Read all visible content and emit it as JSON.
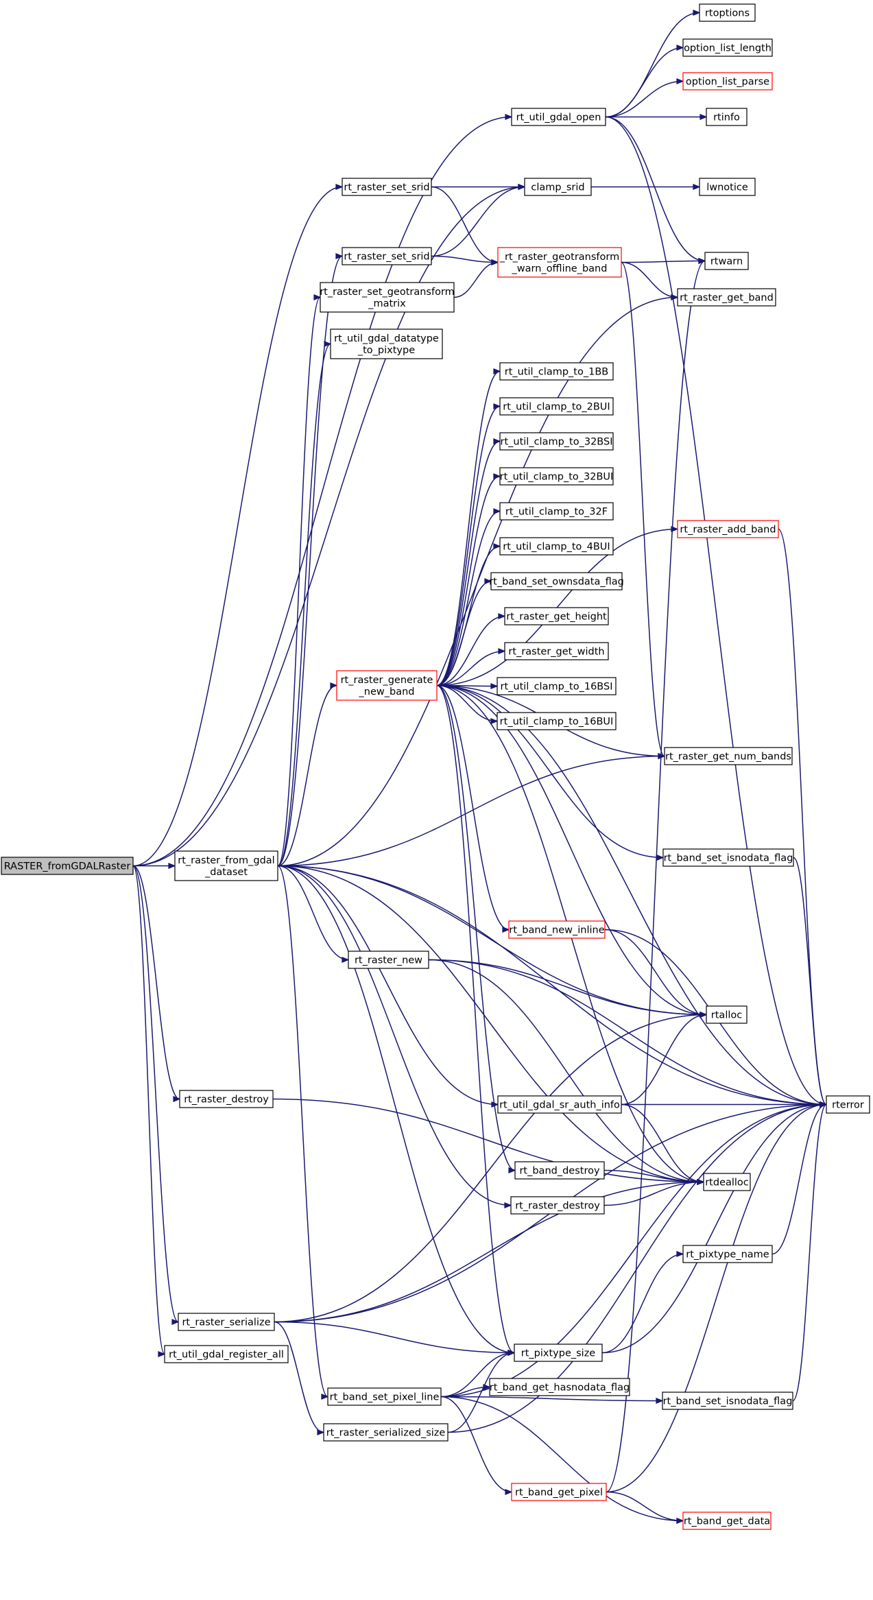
{
  "colors": {
    "edge": "#191970",
    "node_border": "#000000",
    "node_border_incomplete": "#ff0000",
    "node_fill": "#ffffff",
    "root_fill": "#bfbfbf"
  },
  "nodes": [
    {
      "id": "root",
      "label": [
        "RASTER_fromGDALRaster"
      ],
      "style": "root"
    },
    {
      "id": "from_gdal",
      "label": [
        "rt_raster_from_gdal",
        "_dataset"
      ],
      "style": "normal"
    },
    {
      "id": "gdal_open",
      "label": [
        "rt_util_gdal_open"
      ],
      "style": "normal"
    },
    {
      "id": "rtoptions",
      "label": [
        "rtoptions"
      ],
      "style": "normal"
    },
    {
      "id": "opt_len",
      "label": [
        "option_list_length"
      ],
      "style": "normal"
    },
    {
      "id": "opt_parse",
      "label": [
        "option_list_parse"
      ],
      "style": "incomplete"
    },
    {
      "id": "rtinfo",
      "label": [
        "rtinfo"
      ],
      "style": "normal"
    },
    {
      "id": "clamp_srid",
      "label": [
        "clamp_srid"
      ],
      "style": "normal"
    },
    {
      "id": "lwnotice",
      "label": [
        "lwnotice"
      ],
      "style": "normal"
    },
    {
      "id": "set_srid1",
      "label": [
        "rt_raster_set_srid"
      ],
      "style": "normal"
    },
    {
      "id": "set_srid2",
      "label": [
        "rt_raster_set_srid"
      ],
      "style": "normal"
    },
    {
      "id": "geo_warn",
      "label": [
        "_rt_raster_geotransform",
        "_warn_offline_band"
      ],
      "style": "incomplete"
    },
    {
      "id": "rtwarn",
      "label": [
        "rtwarn"
      ],
      "style": "normal"
    },
    {
      "id": "get_band",
      "label": [
        "rt_raster_get_band"
      ],
      "style": "normal"
    },
    {
      "id": "set_geomat",
      "label": [
        "rt_raster_set_geotransform",
        "_matrix"
      ],
      "style": "normal"
    },
    {
      "id": "dt_pix",
      "label": [
        "rt_util_gdal_datatype",
        "_to_pixtype"
      ],
      "style": "normal"
    },
    {
      "id": "c1bb",
      "label": [
        "rt_util_clamp_to_1BB"
      ],
      "style": "normal"
    },
    {
      "id": "c2bui",
      "label": [
        "rt_util_clamp_to_2BUI"
      ],
      "style": "normal"
    },
    {
      "id": "c32bsi",
      "label": [
        "rt_util_clamp_to_32BSI"
      ],
      "style": "normal"
    },
    {
      "id": "c32bui",
      "label": [
        "rt_util_clamp_to_32BUI"
      ],
      "style": "normal"
    },
    {
      "id": "c32f",
      "label": [
        "rt_util_clamp_to_32F"
      ],
      "style": "normal"
    },
    {
      "id": "c4bui",
      "label": [
        "rt_util_clamp_to_4BUI"
      ],
      "style": "normal"
    },
    {
      "id": "owns",
      "label": [
        "rt_band_set_ownsdata_flag"
      ],
      "style": "normal"
    },
    {
      "id": "get_h",
      "label": [
        "rt_raster_get_height"
      ],
      "style": "normal"
    },
    {
      "id": "get_w",
      "label": [
        "rt_raster_get_width"
      ],
      "style": "normal"
    },
    {
      "id": "c16bsi",
      "label": [
        "rt_util_clamp_to_16BSI"
      ],
      "style": "normal"
    },
    {
      "id": "c16bui",
      "label": [
        "rt_util_clamp_to_16BUI"
      ],
      "style": "normal"
    },
    {
      "id": "gen_band",
      "label": [
        "rt_raster_generate",
        "_new_band"
      ],
      "style": "incomplete"
    },
    {
      "id": "add_band",
      "label": [
        "rt_raster_add_band"
      ],
      "style": "incomplete"
    },
    {
      "id": "num_bands",
      "label": [
        "rt_raster_get_num_bands"
      ],
      "style": "normal"
    },
    {
      "id": "isnodata1",
      "label": [
        "rt_band_set_isnodata_flag"
      ],
      "style": "normal"
    },
    {
      "id": "new_inline",
      "label": [
        "rt_band_new_inline"
      ],
      "style": "incomplete"
    },
    {
      "id": "raster_new",
      "label": [
        "rt_raster_new"
      ],
      "style": "normal"
    },
    {
      "id": "rtalloc",
      "label": [
        "rtalloc"
      ],
      "style": "normal"
    },
    {
      "id": "rterror",
      "label": [
        "rterror"
      ],
      "style": "normal"
    },
    {
      "id": "destroy_l",
      "label": [
        "rt_raster_destroy"
      ],
      "style": "normal"
    },
    {
      "id": "sr_auth",
      "label": [
        "rt_util_gdal_sr_auth_info"
      ],
      "style": "normal"
    },
    {
      "id": "band_destroy",
      "label": [
        "rt_band_destroy"
      ],
      "style": "normal"
    },
    {
      "id": "destroy_m",
      "label": [
        "rt_raster_destroy"
      ],
      "style": "normal"
    },
    {
      "id": "rtdealloc",
      "label": [
        "rtdealloc"
      ],
      "style": "normal"
    },
    {
      "id": "pix_name",
      "label": [
        "rt_pixtype_name"
      ],
      "style": "normal"
    },
    {
      "id": "serialize",
      "label": [
        "rt_raster_serialize"
      ],
      "style": "normal"
    },
    {
      "id": "reg_all",
      "label": [
        "rt_util_gdal_register_all"
      ],
      "style": "normal"
    },
    {
      "id": "pix_size",
      "label": [
        "rt_pixtype_size"
      ],
      "style": "normal"
    },
    {
      "id": "set_pixline",
      "label": [
        "rt_band_set_pixel_line"
      ],
      "style": "normal"
    },
    {
      "id": "hasnodata",
      "label": [
        "rt_band_get_hasnodata_flag"
      ],
      "style": "normal"
    },
    {
      "id": "isnodata2",
      "label": [
        "rt_band_set_isnodata_flag"
      ],
      "style": "normal"
    },
    {
      "id": "ser_size",
      "label": [
        "rt_raster_serialized_size"
      ],
      "style": "normal"
    },
    {
      "id": "get_pixel",
      "label": [
        "rt_band_get_pixel"
      ],
      "style": "incomplete"
    },
    {
      "id": "get_data",
      "label": [
        "rt_band_get_data"
      ],
      "style": "incomplete"
    }
  ],
  "edges": [
    [
      "root",
      "from_gdal"
    ],
    [
      "root",
      "gdal_open"
    ],
    [
      "root",
      "clamp_srid"
    ],
    [
      "root",
      "set_srid1"
    ],
    [
      "root",
      "destroy_l"
    ],
    [
      "root",
      "serialize"
    ],
    [
      "root",
      "reg_all"
    ],
    [
      "gdal_open",
      "rtoptions"
    ],
    [
      "gdal_open",
      "opt_len"
    ],
    [
      "gdal_open",
      "opt_parse"
    ],
    [
      "gdal_open",
      "rtinfo"
    ],
    [
      "gdal_open",
      "rtwarn"
    ],
    [
      "gdal_open",
      "rterror"
    ],
    [
      "set_srid1",
      "clamp_srid"
    ],
    [
      "set_srid1",
      "geo_warn"
    ],
    [
      "set_srid2",
      "clamp_srid"
    ],
    [
      "set_srid2",
      "geo_warn"
    ],
    [
      "clamp_srid",
      "lwnotice"
    ],
    [
      "geo_warn",
      "rtwarn"
    ],
    [
      "geo_warn",
      "get_band"
    ],
    [
      "geo_warn",
      "num_bands"
    ],
    [
      "set_geomat",
      "geo_warn"
    ],
    [
      "from_gdal",
      "set_srid2"
    ],
    [
      "from_gdal",
      "set_geomat"
    ],
    [
      "from_gdal",
      "dt_pix"
    ],
    [
      "from_gdal",
      "get_band"
    ],
    [
      "from_gdal",
      "gen_band"
    ],
    [
      "from_gdal",
      "num_bands"
    ],
    [
      "from_gdal",
      "raster_new"
    ],
    [
      "from_gdal",
      "rtalloc"
    ],
    [
      "from_gdal",
      "sr_auth"
    ],
    [
      "from_gdal",
      "destroy_m"
    ],
    [
      "from_gdal",
      "rtdealloc"
    ],
    [
      "from_gdal",
      "pix_size"
    ],
    [
      "from_gdal",
      "set_pixline"
    ],
    [
      "from_gdal",
      "rterror"
    ],
    [
      "gen_band",
      "c1bb"
    ],
    [
      "gen_band",
      "c2bui"
    ],
    [
      "gen_band",
      "c32bsi"
    ],
    [
      "gen_band",
      "c32bui"
    ],
    [
      "gen_band",
      "c32f"
    ],
    [
      "gen_band",
      "c4bui"
    ],
    [
      "gen_band",
      "owns"
    ],
    [
      "gen_band",
      "get_h"
    ],
    [
      "gen_band",
      "get_w"
    ],
    [
      "gen_band",
      "c16bsi"
    ],
    [
      "gen_band",
      "c16bui"
    ],
    [
      "gen_band",
      "add_band"
    ],
    [
      "gen_band",
      "num_bands"
    ],
    [
      "gen_band",
      "isnodata1"
    ],
    [
      "gen_band",
      "new_inline"
    ],
    [
      "gen_band",
      "rtalloc"
    ],
    [
      "gen_band",
      "rterror"
    ],
    [
      "gen_band",
      "band_destroy"
    ],
    [
      "gen_band",
      "rtdealloc"
    ],
    [
      "gen_band",
      "pix_size"
    ],
    [
      "add_band",
      "rterror"
    ],
    [
      "isnodata1",
      "rterror"
    ],
    [
      "new_inline",
      "rtalloc"
    ],
    [
      "new_inline",
      "rterror"
    ],
    [
      "raster_new",
      "rtalloc"
    ],
    [
      "raster_new",
      "rterror"
    ],
    [
      "raster_new",
      "rtdealloc"
    ],
    [
      "sr_auth",
      "rtalloc"
    ],
    [
      "sr_auth",
      "rterror"
    ],
    [
      "sr_auth",
      "rtdealloc"
    ],
    [
      "band_destroy",
      "rtdealloc"
    ],
    [
      "destroy_m",
      "rtdealloc"
    ],
    [
      "destroy_l",
      "rtdealloc"
    ],
    [
      "pix_name",
      "rterror"
    ],
    [
      "serialize",
      "rtalloc"
    ],
    [
      "serialize",
      "rtdealloc"
    ],
    [
      "serialize",
      "pix_size"
    ],
    [
      "serialize",
      "ser_size"
    ],
    [
      "serialize",
      "rterror"
    ],
    [
      "pix_size",
      "pix_name"
    ],
    [
      "pix_size",
      "rterror"
    ],
    [
      "set_pixline",
      "pix_size"
    ],
    [
      "set_pixline",
      "hasnodata"
    ],
    [
      "set_pixline",
      "isnodata2"
    ],
    [
      "set_pixline",
      "get_pixel"
    ],
    [
      "set_pixline",
      "get_data"
    ],
    [
      "set_pixline",
      "rterror"
    ],
    [
      "isnodata2",
      "rterror"
    ],
    [
      "ser_size",
      "pix_size"
    ],
    [
      "ser_size",
      "rterror"
    ],
    [
      "get_pixel",
      "rtwarn"
    ],
    [
      "get_pixel",
      "get_data"
    ],
    [
      "get_pixel",
      "rterror"
    ]
  ]
}
